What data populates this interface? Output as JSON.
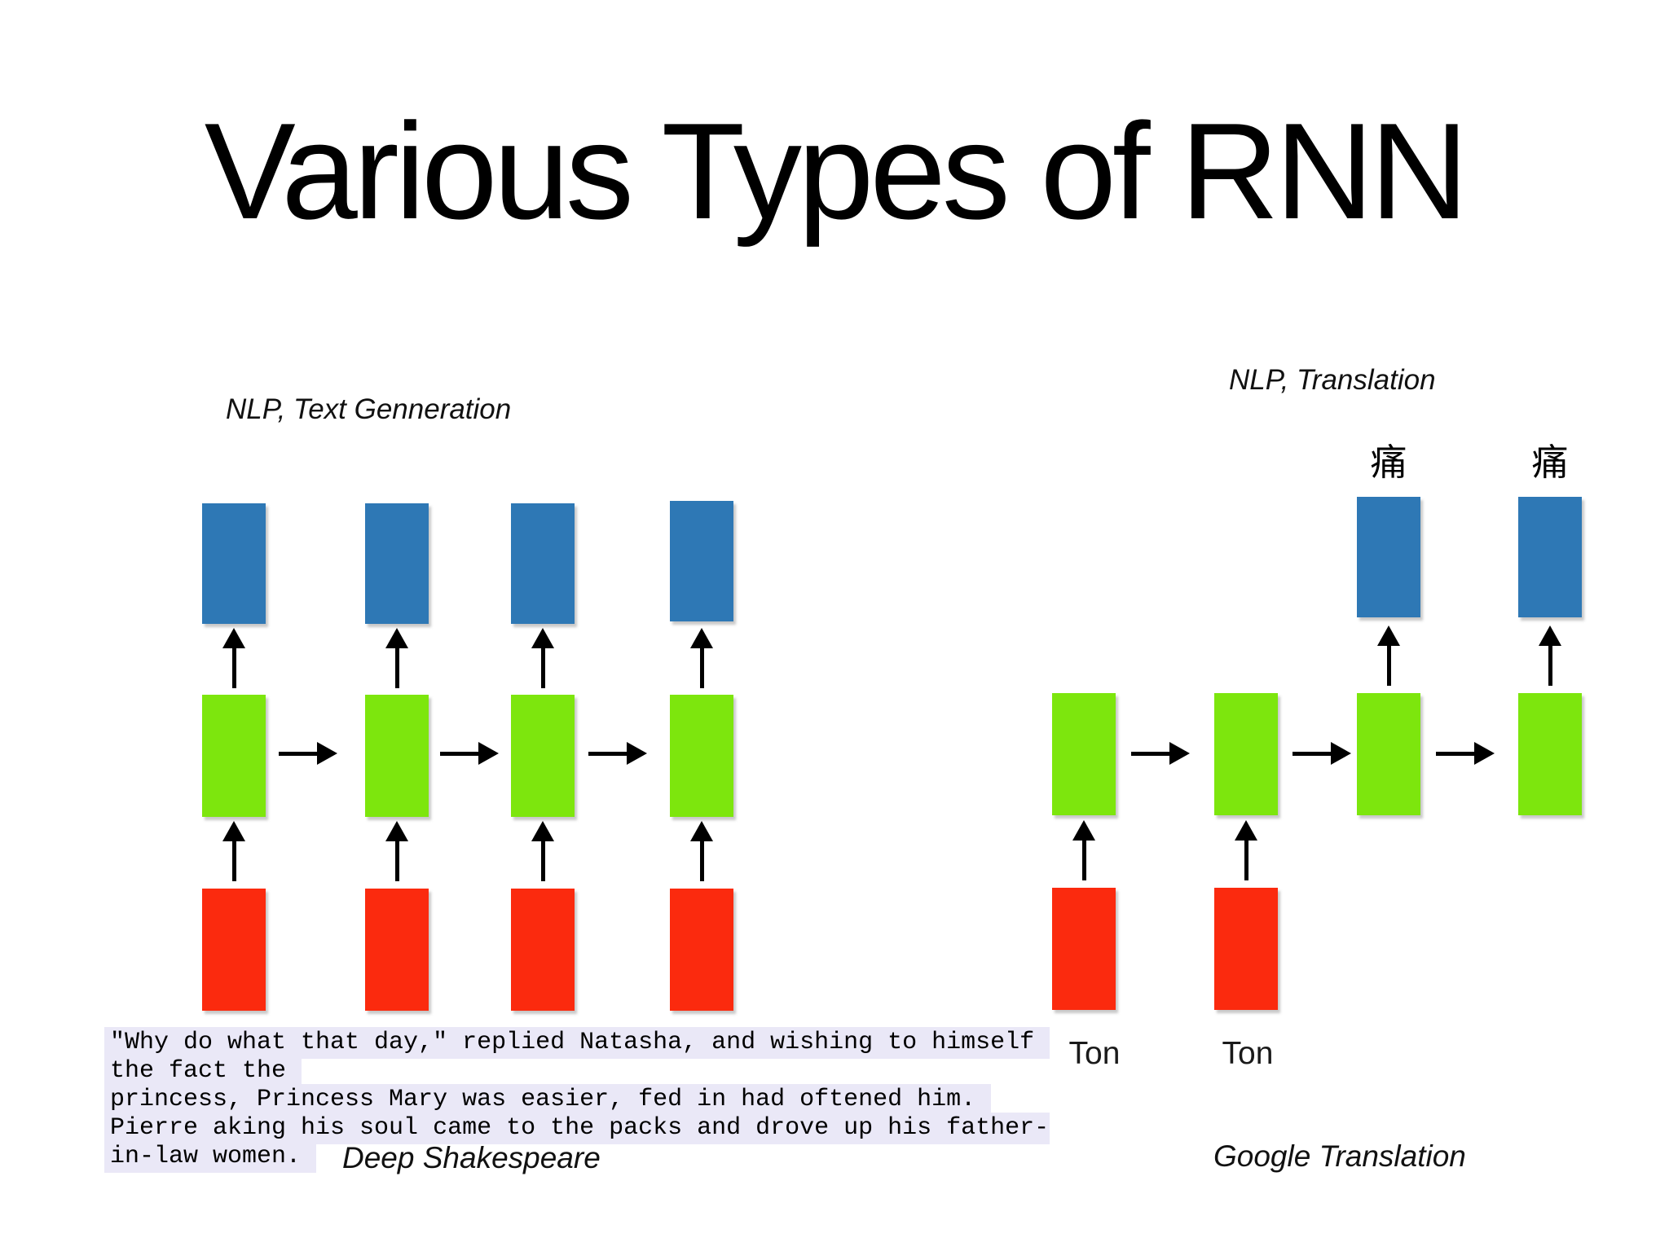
{
  "slide": {
    "title": "Various Types of RNN"
  },
  "left_diagram": {
    "label": "NLP, Text Genneration",
    "caption": "Deep Shakespeare",
    "generated_text_lines": [
      "\"Why do what that day,\" replied Natasha, and wishing to himself ",
      "the fact the ",
      "princess, Princess Mary was easier, fed in had oftened him. ",
      "Pierre aking his soul came to the packs and drove up his father-",
      "in-law women. "
    ]
  },
  "right_diagram": {
    "label": "NLP, Translation",
    "caption": "Google Translation",
    "input_labels": [
      "Ton",
      "Ton"
    ],
    "output_labels": [
      "痛",
      "痛"
    ]
  },
  "colors": {
    "input_box": "#fb2a0e",
    "hidden_box": "#7de60d",
    "output_box": "#2e78b5",
    "text_highlight": "#eae8f7"
  }
}
